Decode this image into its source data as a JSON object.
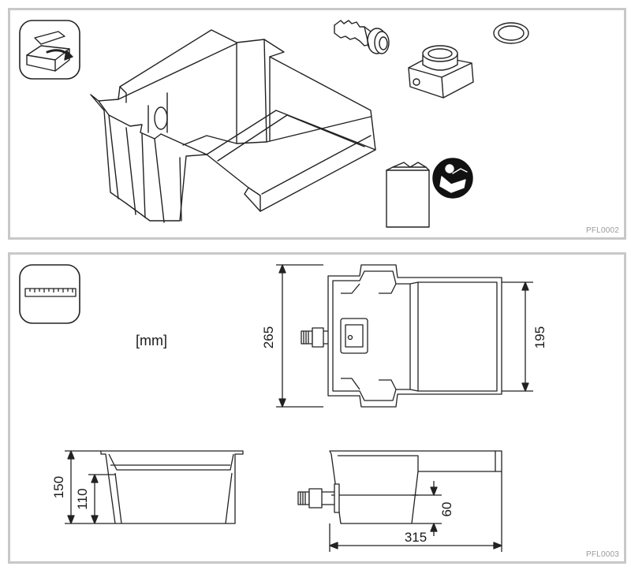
{
  "top_panel": {
    "code": "PFL0002",
    "icons": [
      "unpack-box-icon",
      "fitting-icon",
      "seal-ring-icon",
      "adapter-icon",
      "manual-booklet-icon",
      "read-manual-icon"
    ]
  },
  "bottom_panel": {
    "code": "PFL0003",
    "unit_label": "[mm]",
    "icons": [
      "ruler-icon"
    ],
    "dimensions": {
      "depth_total": "265",
      "inlet_width": "195",
      "height_total": "150",
      "height_inner": "110",
      "outlet_height": "60",
      "length_total": "315"
    }
  }
}
